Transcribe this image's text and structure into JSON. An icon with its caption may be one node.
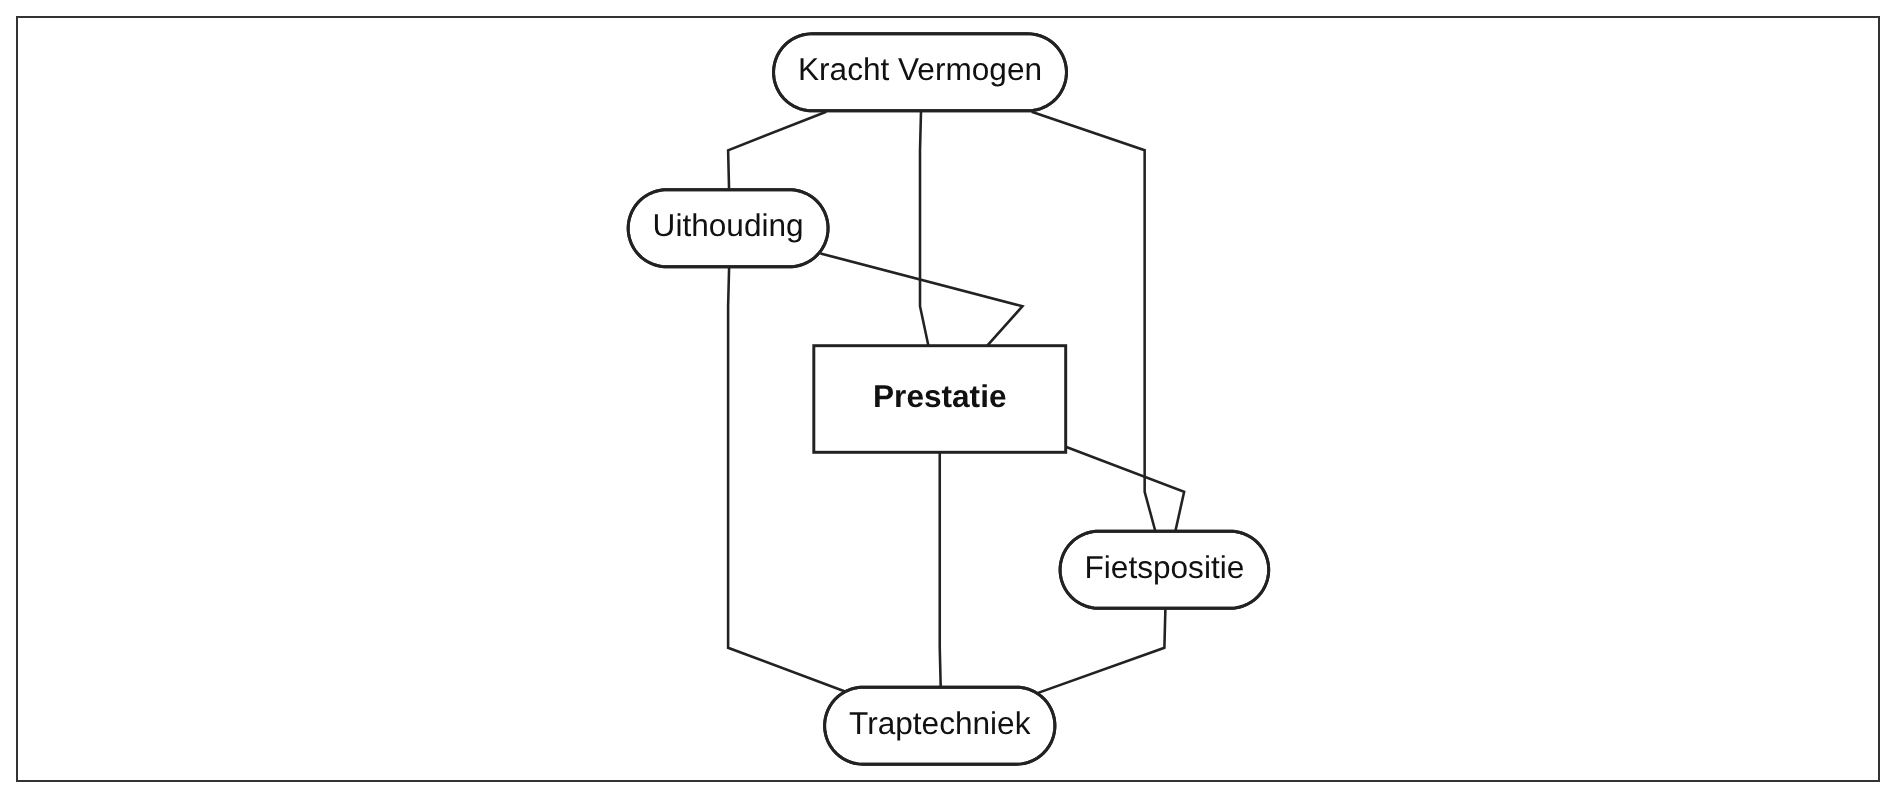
{
  "diagram": {
    "nodes": [
      {
        "text": [
          "Kracht Vermogen"
        ]
      },
      {
        "text": [
          "Uithouding"
        ]
      },
      {
        "text": [
          "Prestatie"
        ]
      },
      {
        "text": [
          "Fietspositie"
        ]
      },
      {
        "text": [
          "Traptechniek"
        ]
      }
    ],
    "edges": [
      {
        "from": 0,
        "to": 1,
        "arrow": "none"
      },
      {
        "from": 0,
        "to": 2,
        "arrow": "none"
      },
      {
        "from": 0,
        "to": 3,
        "arrow": "none"
      },
      {
        "from": 1,
        "to": 2,
        "arrow": "none"
      },
      {
        "from": 1,
        "to": 4,
        "arrow": "none"
      },
      {
        "from": 2,
        "to": 3,
        "arrow": "none"
      },
      {
        "from": 2,
        "to": 4,
        "arrow": "none"
      },
      {
        "from": 3,
        "to": 4,
        "arrow": "none"
      }
    ]
  }
}
